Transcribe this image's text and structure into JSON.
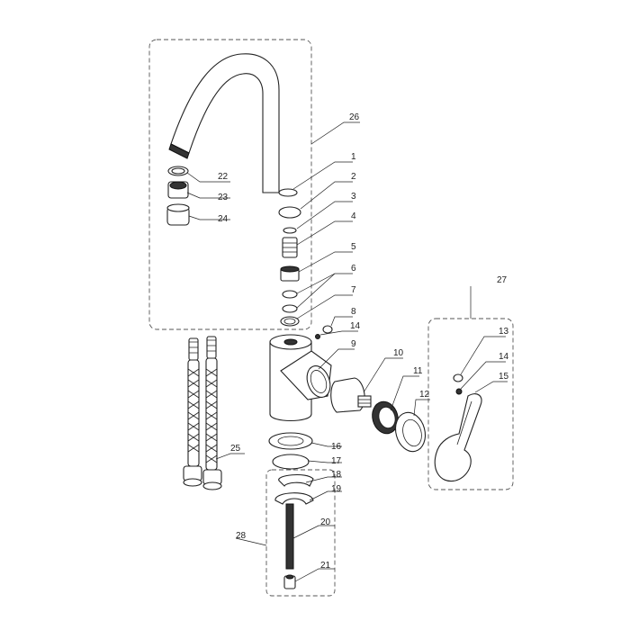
{
  "callouts": {
    "c1": "1",
    "c2": "2",
    "c3": "3",
    "c4": "4",
    "c5": "5",
    "c6": "6",
    "c7": "7",
    "c8": "8",
    "c9": "9",
    "c10": "10",
    "c11": "11",
    "c12": "12",
    "c13": "13",
    "c14a": "14",
    "c14b": "14",
    "c15": "15",
    "c16": "16",
    "c17": "17",
    "c18": "18",
    "c19": "19",
    "c20": "20",
    "c21": "21",
    "c22": "22",
    "c23": "23",
    "c24": "24",
    "c25": "25",
    "c26": "26",
    "c27": "27",
    "c28": "28"
  }
}
